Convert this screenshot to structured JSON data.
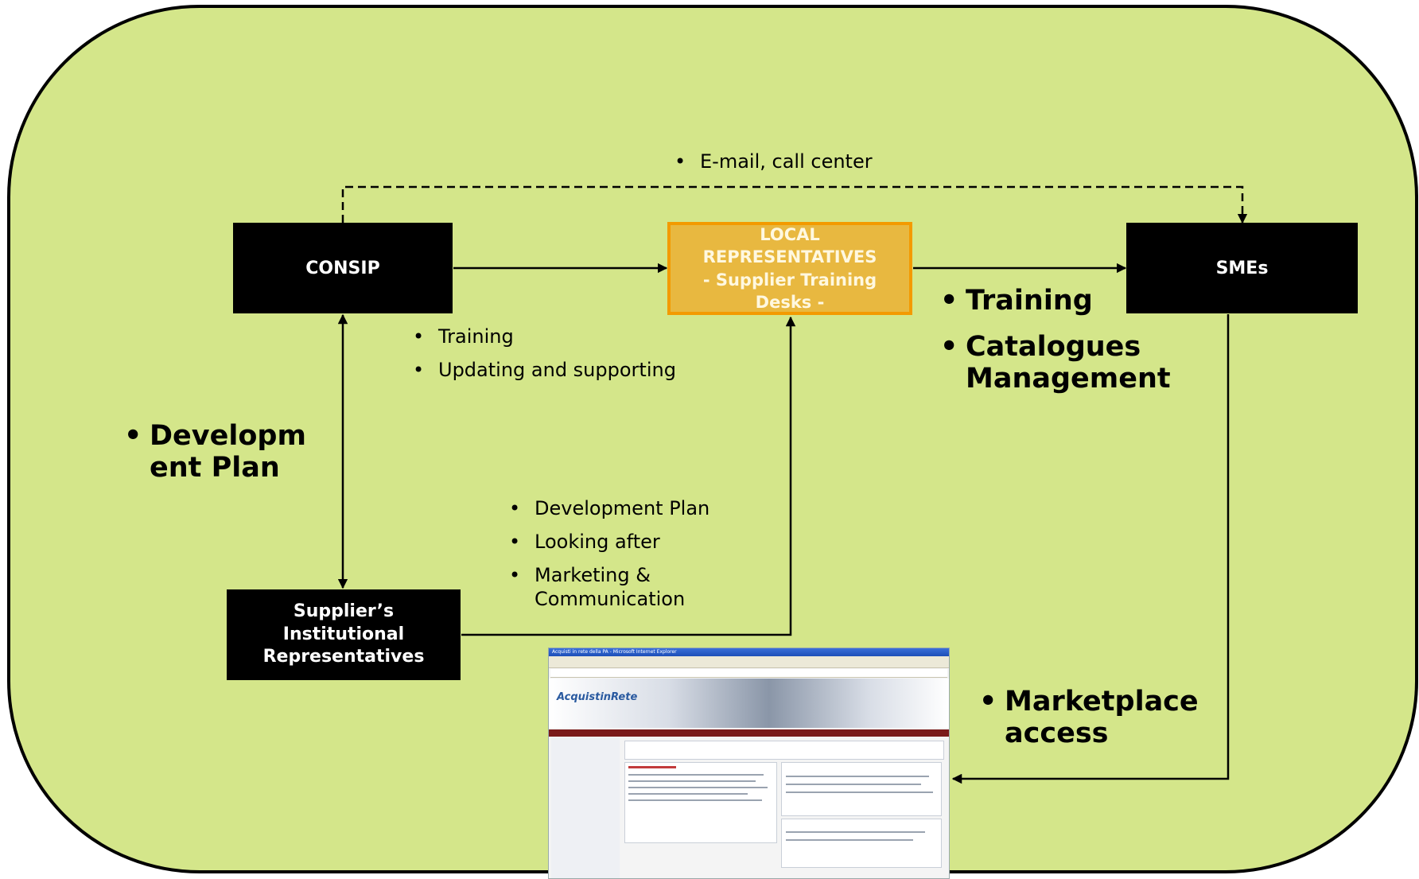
{
  "boxes": {
    "consip": "CONSIP",
    "local_lines": [
      "LOCAL",
      "REPRESENTATIVES",
      "- Supplier Training",
      "Desks -"
    ],
    "smes": "SMEs",
    "supplier_lines": [
      "Supplier’s Institutional",
      "Representatives"
    ]
  },
  "labels": {
    "email": [
      "E-mail, call center"
    ],
    "consip_to_local": [
      "Training",
      "Updating and supporting"
    ],
    "supplier_to_local": [
      "Development Plan",
      "Looking after",
      "Marketing & Communication"
    ],
    "local_to_smes": [
      "Training",
      "Catalogues Management"
    ],
    "consip_supplier": [
      "Developm ent Plan"
    ],
    "marketplace": [
      "Marketplace access"
    ]
  },
  "screenshot": {
    "window_title": "Acquisti in rete della PA - Microsoft Internet Explorer",
    "logo": "AcquistinRete"
  },
  "colors": {
    "background": "#d4e68a",
    "border": "#000000",
    "local_fill": "#e8b840",
    "local_border": "#f39a00"
  }
}
